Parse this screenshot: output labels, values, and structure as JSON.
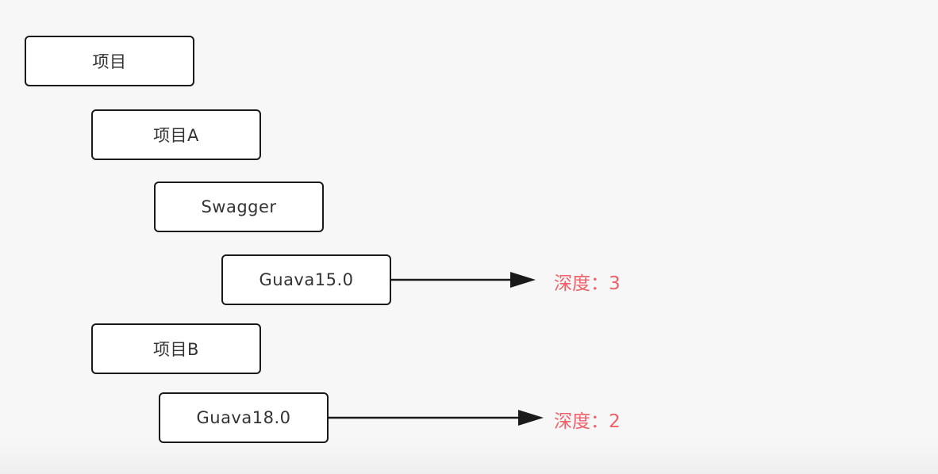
{
  "diagram": {
    "nodes": {
      "root": "项目",
      "project_a": "项目A",
      "swagger": "Swagger",
      "guava15": "Guava15.0",
      "project_b": "项目B",
      "guava18": "Guava18.0"
    },
    "depth_labels": {
      "guava15": "深度：3",
      "guava18": "深度：2"
    },
    "colors": {
      "depth_label": "#f0606a",
      "box_border": "#1a1a1a",
      "arrow": "#1a1a1a"
    }
  }
}
